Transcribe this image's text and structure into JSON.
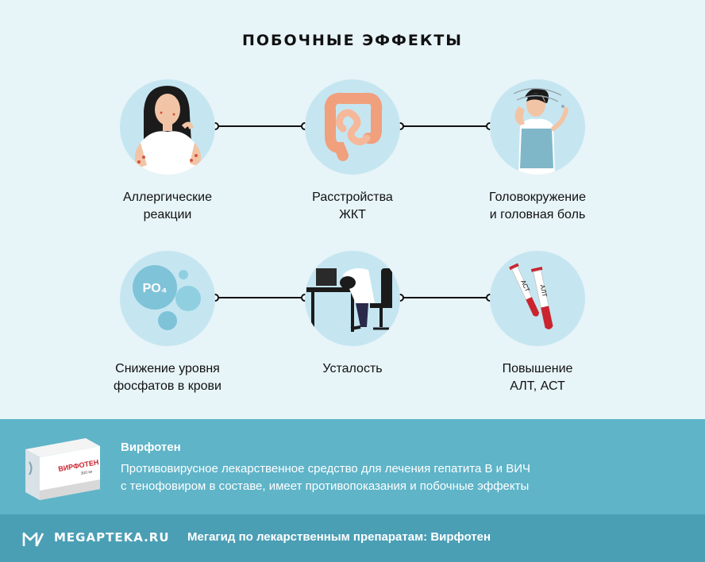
{
  "title": "ПОБОЧНЫЕ ЭФФЕКТЫ",
  "effects": [
    {
      "line1": "Аллергические",
      "line2": "реакции",
      "icon": "allergy-woman-illustration"
    },
    {
      "line1": "Расстройства",
      "line2": "ЖКТ",
      "icon": "intestine-illustration"
    },
    {
      "line1": "Головокружение",
      "line2": "и головная боль",
      "icon": "dizzy-woman-illustration"
    },
    {
      "line1": "Снижение уровня",
      "line2": "фосфатов в крови",
      "icon": "phosphate-illustration",
      "badge": "PO₄"
    },
    {
      "line1": "Усталость",
      "line2": "",
      "icon": "tired-person-illustration"
    },
    {
      "line1": "Повышение",
      "line2": "АЛТ, АСТ",
      "icon": "test-tubes-illustration",
      "tube1": "АСТ",
      "tube2": "АЛТ"
    }
  ],
  "product": {
    "name": "Вирфотен",
    "description_line1": "Противовирусное лекарственное средство для лечения гепатита В и ВИЧ",
    "description_line2": "с тенофовиром в составе, имеет противопоказания и побочные эффекты",
    "pack_name": "ВИРФОТЕН",
    "pack_dose": "300 мг"
  },
  "footer": {
    "brand": "MEGAPTEKA.RU",
    "text": "Мегагид по лекарственным препаратам: Вирфотен"
  },
  "colors": {
    "background": "#e7f4f8",
    "circle": "#c5e6f1",
    "product_band": "#5fb4c8",
    "footer_band": "#4a9fb5"
  }
}
